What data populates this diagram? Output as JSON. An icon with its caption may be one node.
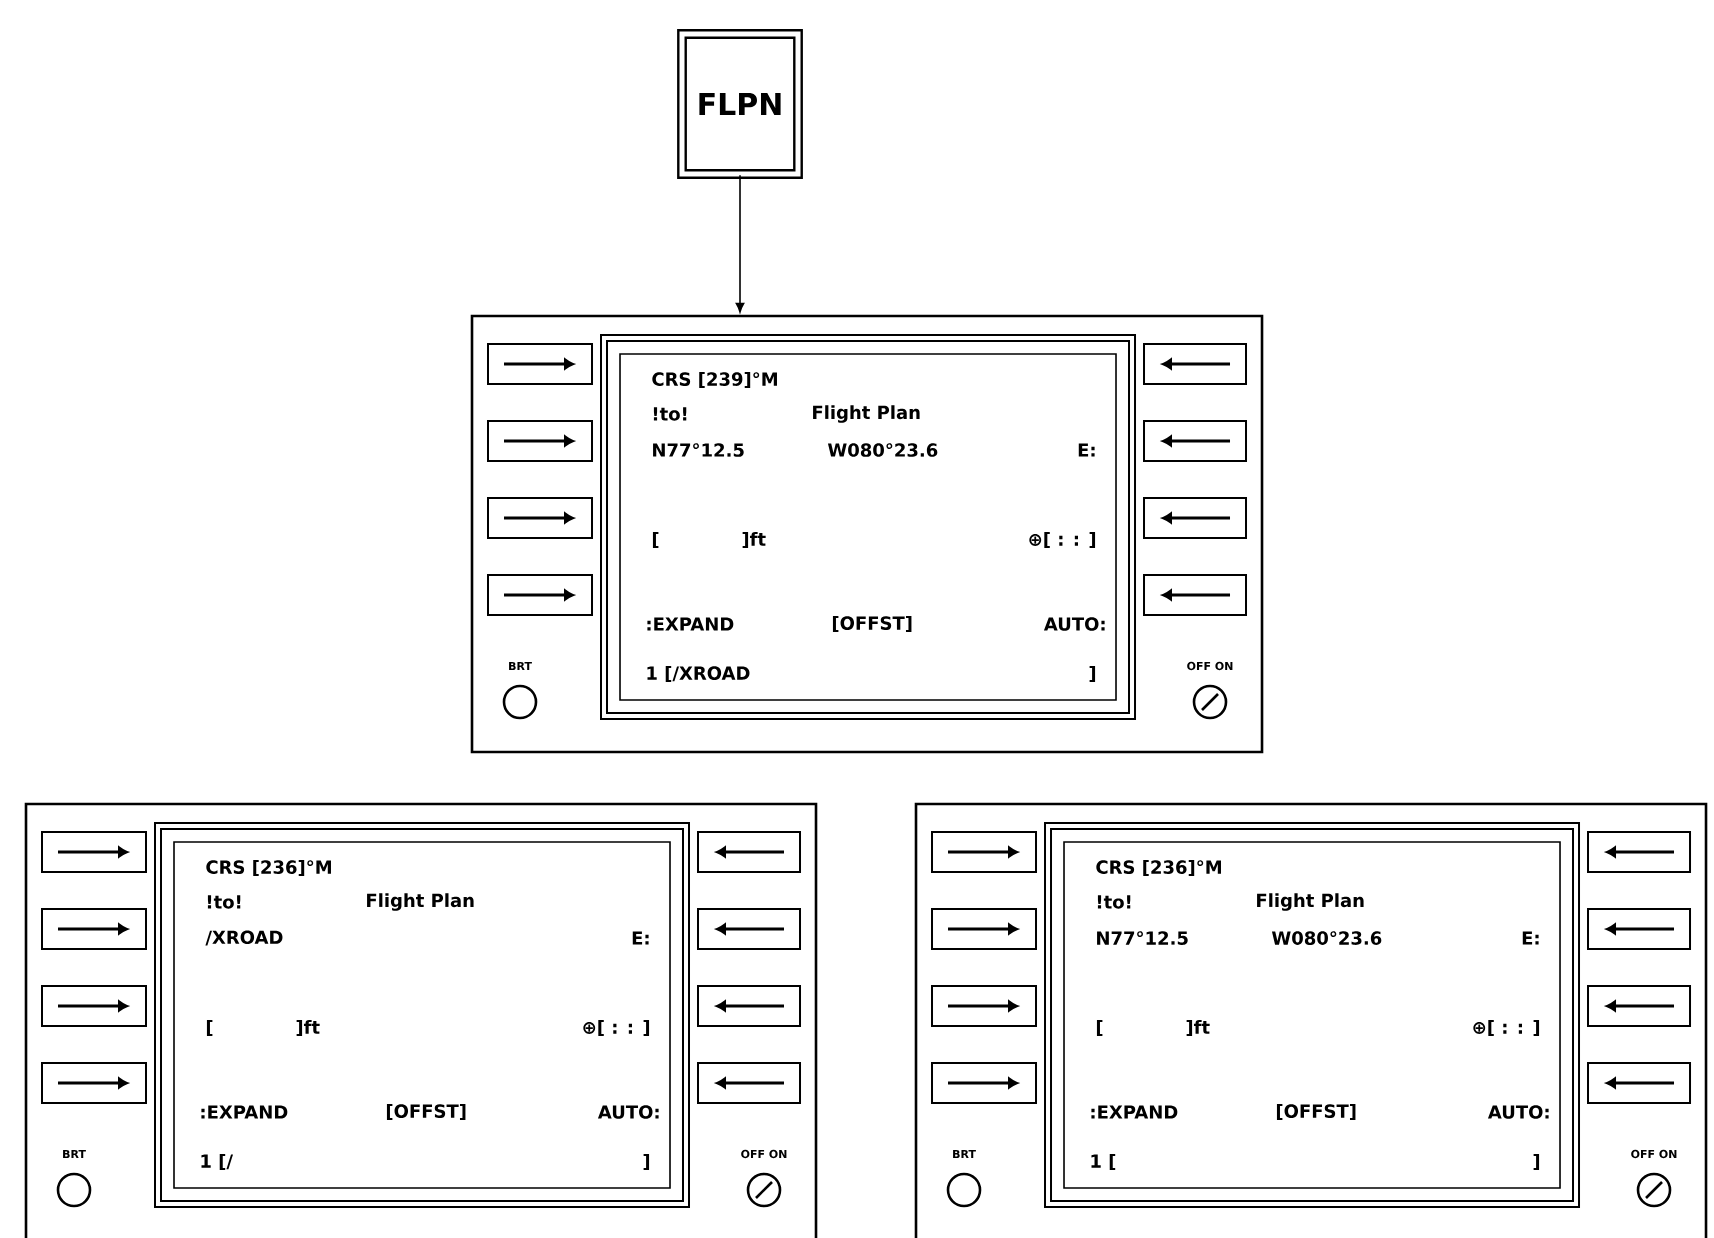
{
  "diagram": {
    "nodes": [
      {
        "text": [
          "FLPN"
        ]
      },
      {
        "text": [
          "CRS [239]°M",
          "!to!",
          "Flight Plan",
          "N77°12.5",
          "W080°23.6",
          "E:",
          "[",
          "]ft",
          "⊕[ : : ]",
          ":EXPAND",
          "[OFFST]",
          "AUTO:",
          "1 [/XROAD",
          "]",
          "BRT",
          "OFF ON"
        ]
      },
      {
        "text": [
          "CRS [236]°M",
          "!to!",
          "Flight Plan",
          "/XROAD",
          "E:",
          "[",
          "]ft",
          "⊕[ : : ]",
          ":EXPAND",
          "[OFFST]",
          "AUTO:",
          "1 [/",
          "]",
          "BRT",
          "OFF ON"
        ]
      },
      {
        "text": [
          "CRS [236]°M",
          "!to!",
          "Flight Plan",
          "N77°12.5",
          "W080°23.6",
          "E:",
          "[",
          "]ft",
          "⊕[ : : ]",
          ":EXPAND",
          "[OFFST]",
          "AUTO:",
          "1 [",
          "]",
          "BRT",
          "OFF ON"
        ]
      }
    ],
    "edges": [
      {
        "from": 0,
        "to": 1,
        "arrow": "to"
      }
    ]
  }
}
